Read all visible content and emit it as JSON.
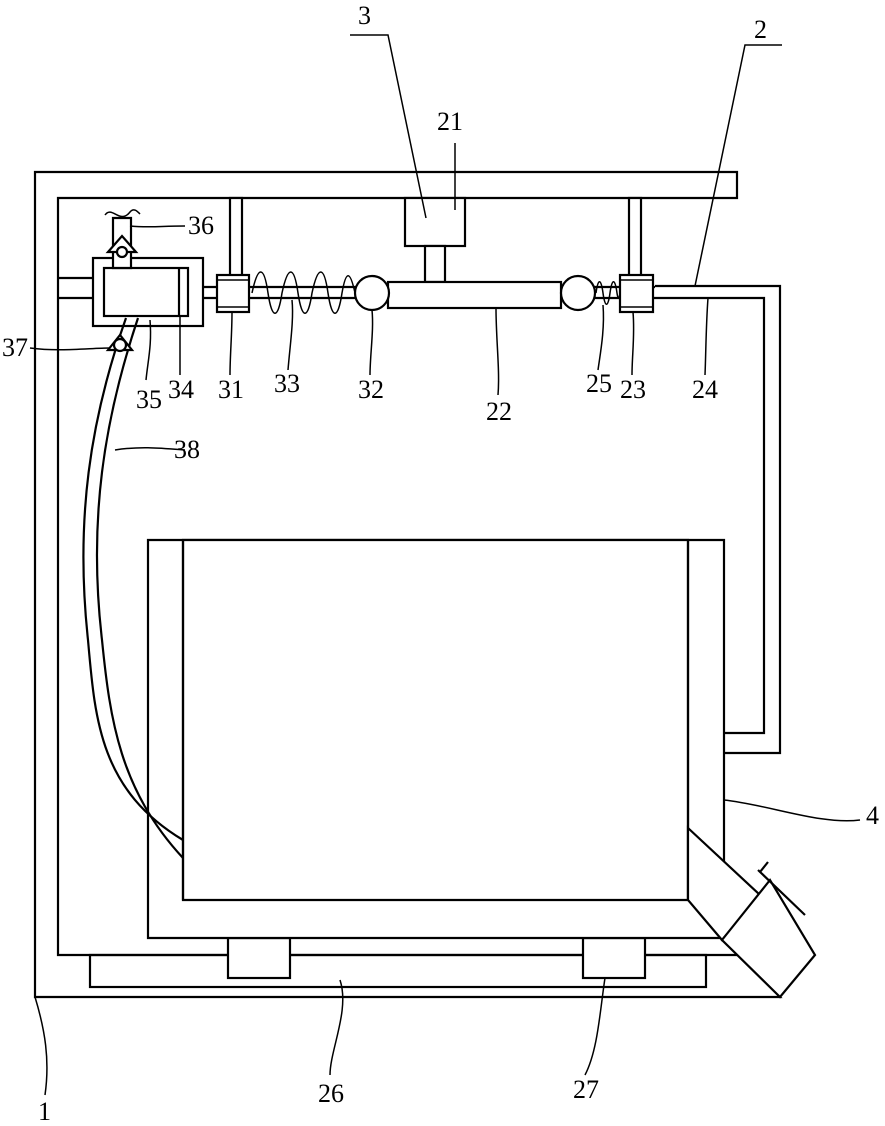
{
  "labels": {
    "l1": "1",
    "l2": "2",
    "l3": "3",
    "l4": "4",
    "l21": "21",
    "l22": "22",
    "l23": "23",
    "l24": "24",
    "l25": "25",
    "l26": "26",
    "l27": "27",
    "l31": "31",
    "l32": "32",
    "l33": "33",
    "l34": "34",
    "l35": "35",
    "l36": "36",
    "l37": "37",
    "l38": "38"
  }
}
